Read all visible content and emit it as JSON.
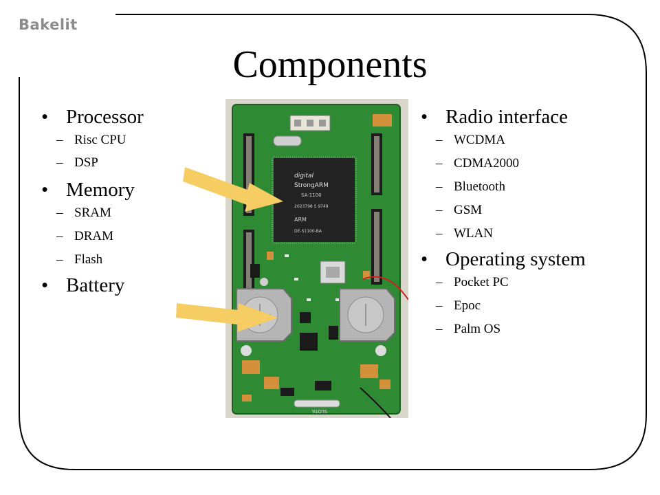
{
  "brand": "Bakelit",
  "title": "Components",
  "left_list": [
    {
      "label": "Processor",
      "subitems": [
        "Risc CPU",
        "DSP"
      ]
    },
    {
      "label": "Memory",
      "subitems": [
        "SRAM",
        "DRAM",
        "Flash"
      ]
    },
    {
      "label": "Battery",
      "subitems": []
    }
  ],
  "right_list": [
    {
      "label": "Radio interface",
      "subitems": [
        "WCDMA",
        "CDMA2000",
        "Bluetooth",
        "GSM",
        "WLAN"
      ]
    },
    {
      "label": "Operating system",
      "subitems": [
        "Pocket PC",
        "Epoc",
        "Palm OS"
      ]
    }
  ],
  "board": {
    "chip_brand": "digital",
    "chip_name": "StrongARM",
    "chip_model": "SA-1100",
    "chip_code": "2023798   S 9749",
    "chip_arm": "ARM",
    "chip_part": "DE-S1100-BA",
    "slot_label": "SLOTA"
  },
  "colors": {
    "arrow": "#f5cd62",
    "pcb": "#2f8a34",
    "frame": "#000000",
    "brand": "#8c8c8c"
  }
}
